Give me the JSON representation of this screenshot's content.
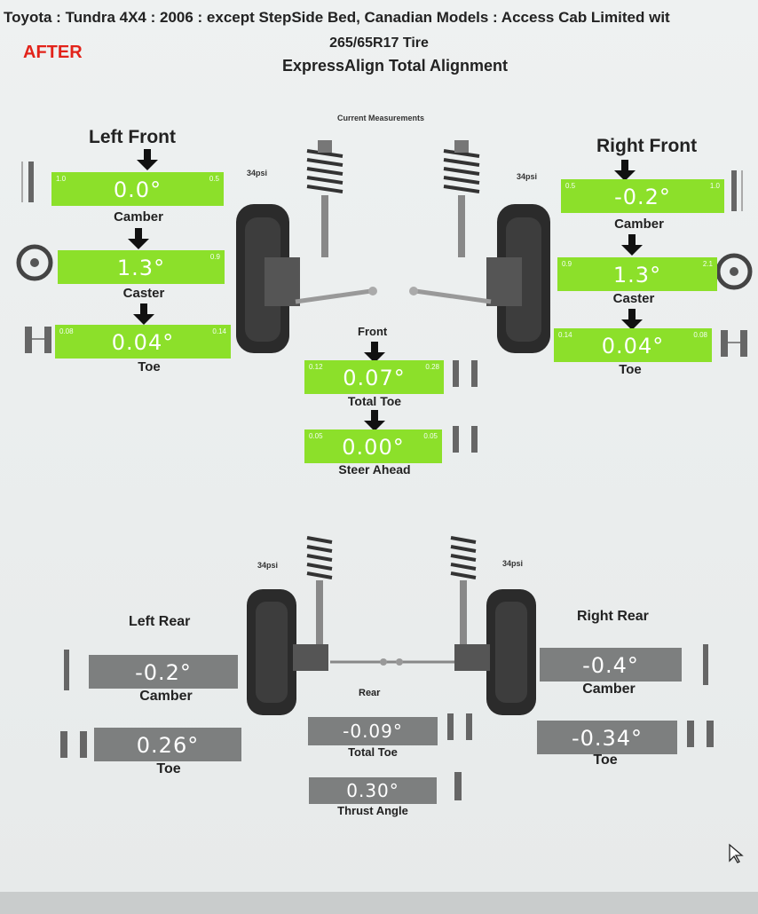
{
  "header": {
    "title_line1": "Toyota : Tundra 4X4 : 2006 : except StepSide Bed, Canadian Models : Access Cab Limited wit",
    "title_line2": "265/65R17 Tire",
    "title_line3": "ExpressAlign Total Alignment",
    "stamp": "AFTER",
    "section_label": "Current Measurements"
  },
  "colors": {
    "in_spec": "#8ce02a",
    "info": "#7d7f7f",
    "stamp": "#e2231a"
  },
  "front": {
    "left_front": {
      "title": "Left Front",
      "camber": {
        "label": "Camber",
        "value": "0.0°",
        "min": "1.0",
        "max": "0.5"
      },
      "caster": {
        "label": "Caster",
        "value": "1.3°",
        "min": "",
        "max": "0.9"
      },
      "toe": {
        "label": "Toe",
        "value": "0.04°",
        "min": "0.08",
        "max": "0.14"
      }
    },
    "right_front": {
      "title": "Right Front",
      "camber": {
        "label": "Camber",
        "value": "-0.2°",
        "min": "0.5",
        "max": "1.0"
      },
      "caster": {
        "label": "Caster",
        "value": "1.3°",
        "min": "0.9",
        "max": "2.1"
      },
      "toe": {
        "label": "Toe",
        "value": "0.04°",
        "min": "0.14",
        "max": "0.08"
      }
    },
    "front_label": "Front",
    "total_toe": {
      "label": "Total Toe",
      "value": "0.07°",
      "min": "0.12",
      "max": "0.28"
    },
    "steer_ahead": {
      "label": "Steer Ahead",
      "value": "0.00°",
      "min": "0.05",
      "max": "0.05"
    },
    "left_psi": "34psi",
    "right_psi": "34psi"
  },
  "rear": {
    "left_rear": {
      "title": "Left Rear",
      "camber": {
        "label": "Camber",
        "value": "-0.2°"
      },
      "toe": {
        "label": "Toe",
        "value": "0.26°"
      }
    },
    "right_rear": {
      "title": "Right Rear",
      "camber": {
        "label": "Camber",
        "value": "-0.4°"
      },
      "toe": {
        "label": "Toe",
        "value": "-0.34°"
      }
    },
    "rear_label": "Rear",
    "total_toe": {
      "label": "Total Toe",
      "value": "-0.09°"
    },
    "thrust_angle": {
      "label": "Thrust Angle",
      "value": "0.30°"
    },
    "left_psi": "34psi",
    "right_psi": "34psi"
  }
}
